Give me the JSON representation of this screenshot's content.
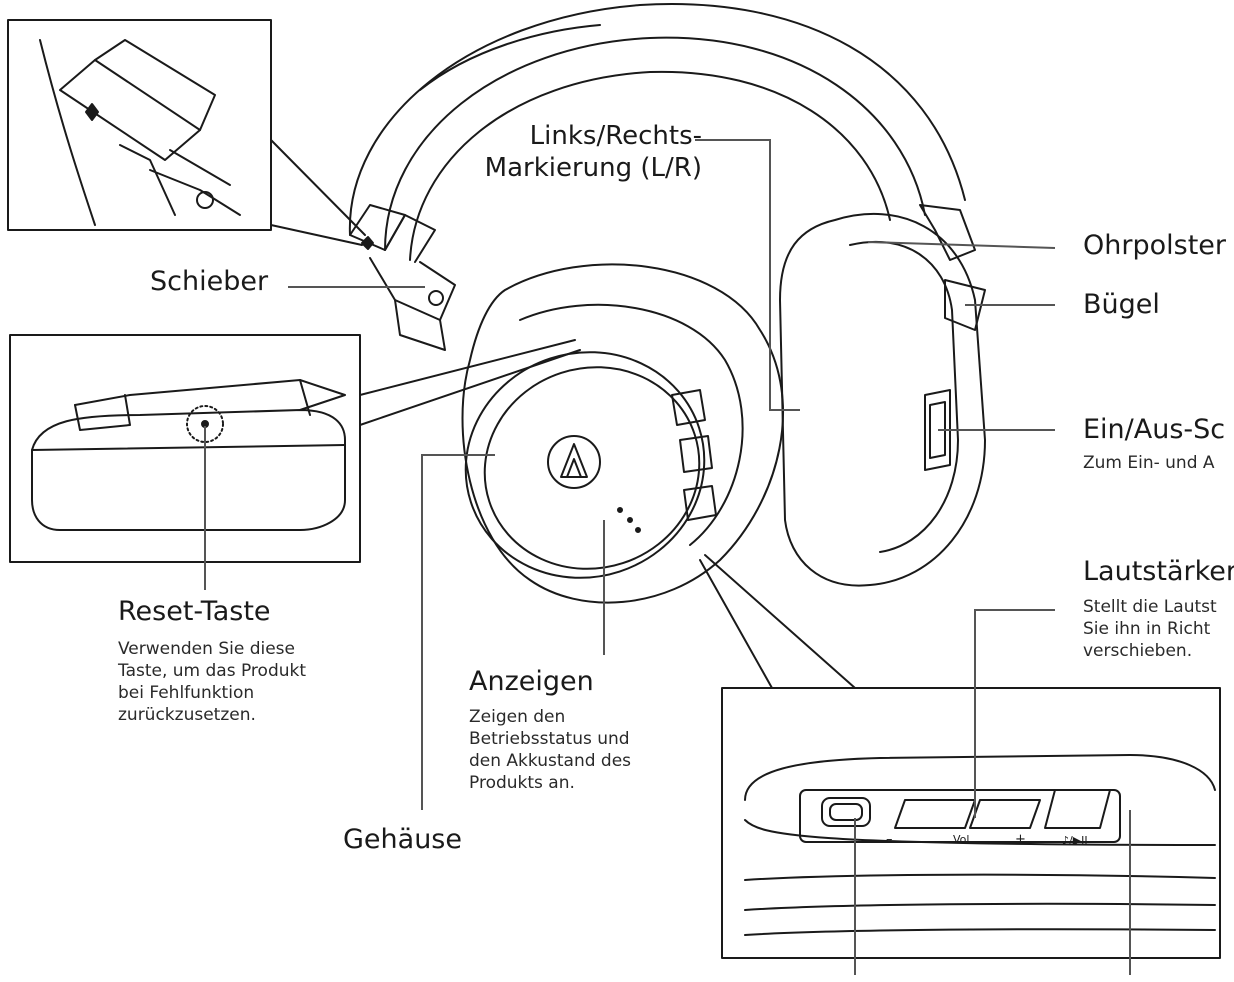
{
  "labels": {
    "markierung": "Links/Rechts-\nMarkierung (L/R)",
    "schieber": "Schieber",
    "ohrpolster": "Ohrpolster",
    "buegel": "Bügel",
    "ein_aus": "Ein/Aus-Sc",
    "lautstaerke": "Lautstärker",
    "reset": "Reset-Taste",
    "anzeigen": "Anzeigen",
    "gehaeuse": "Gehäuse"
  },
  "descriptions": {
    "ein_aus": "Zum Ein- und A",
    "lautstaerke": "Stellt die Lautst\nSie ihn in Richt\nverschieben.",
    "reset": "Verwenden Sie diese\nTaste, um das Produkt\nbei Fehlfunktion\nzurückzusetzen.",
    "anzeigen": "Zeigen den\nBetriebsstatus und\nden Akkustand des\nProdukts an."
  },
  "button_marks": {
    "vol": "Vol",
    "minus": "–",
    "plus": "+",
    "play": "♪/▶II"
  },
  "colors": {
    "line": "#1a1a1a",
    "leader": "#555555"
  }
}
